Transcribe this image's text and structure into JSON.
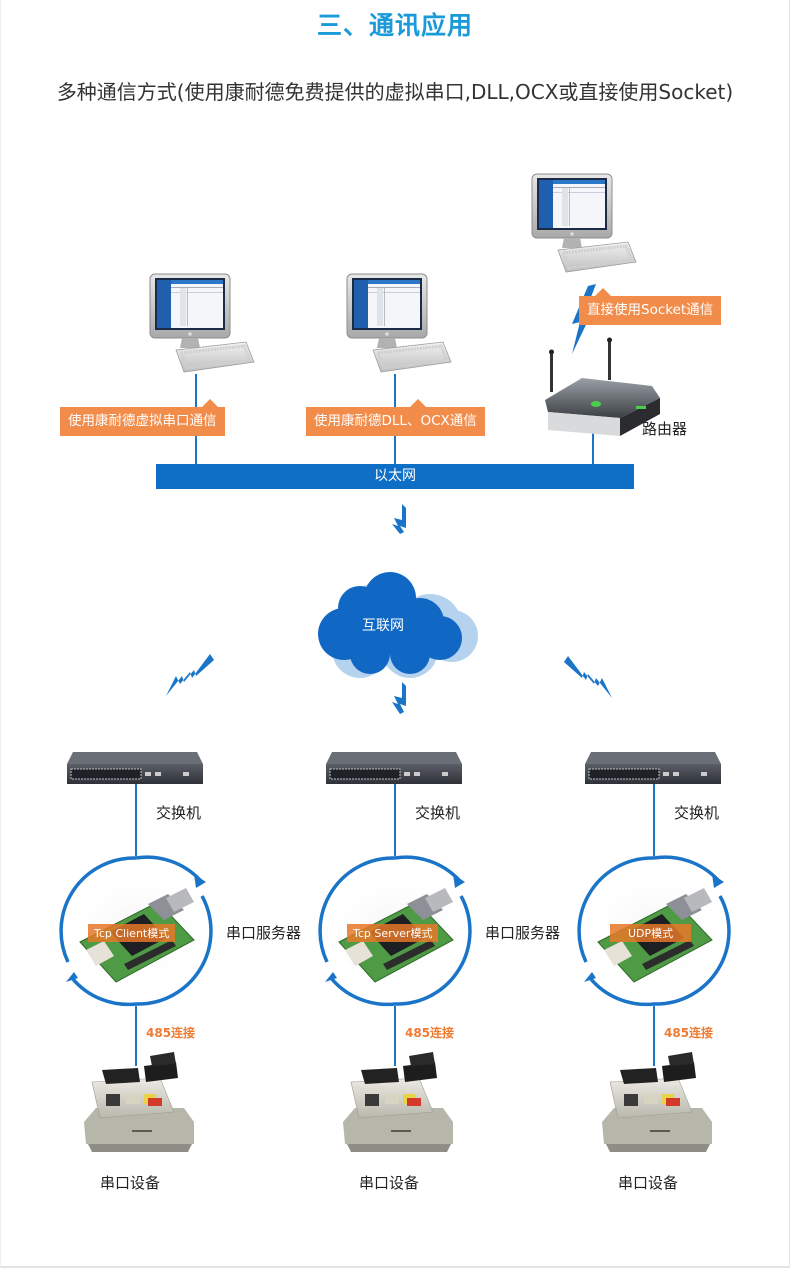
{
  "header": {
    "title": "三、通讯应用",
    "subtitle": "多种通信方式(使用康耐德免费提供的虚拟串口,DLL,OCX或直接使用Socket)"
  },
  "top": {
    "callouts": [
      "使用康耐德虚拟串口通信",
      "使用康耐德DLL、OCX通信",
      "直接使用Socket通信"
    ],
    "router_label": "路由器",
    "ethernet_label": "以太网"
  },
  "cloud": {
    "label": "互联网"
  },
  "branches": [
    {
      "switch_label": "交换机",
      "mode": "Tcp Client模式",
      "server_label": "串口服务器",
      "link_label": "485连接",
      "device_label": "串口设备"
    },
    {
      "switch_label": "交换机",
      "mode": "Tcp Server模式",
      "server_label": "串口服务器",
      "link_label": "485连接",
      "device_label": "串口设备"
    },
    {
      "switch_label": "交换机",
      "mode": "UDP模式",
      "server_label": "",
      "link_label": "485连接",
      "device_label": "串口设备"
    }
  ],
  "colors": {
    "title": "#1a9ad9",
    "callout": "#f28c4a",
    "network_blue": "#0f6fc6",
    "link_orange": "#ef7a32"
  }
}
